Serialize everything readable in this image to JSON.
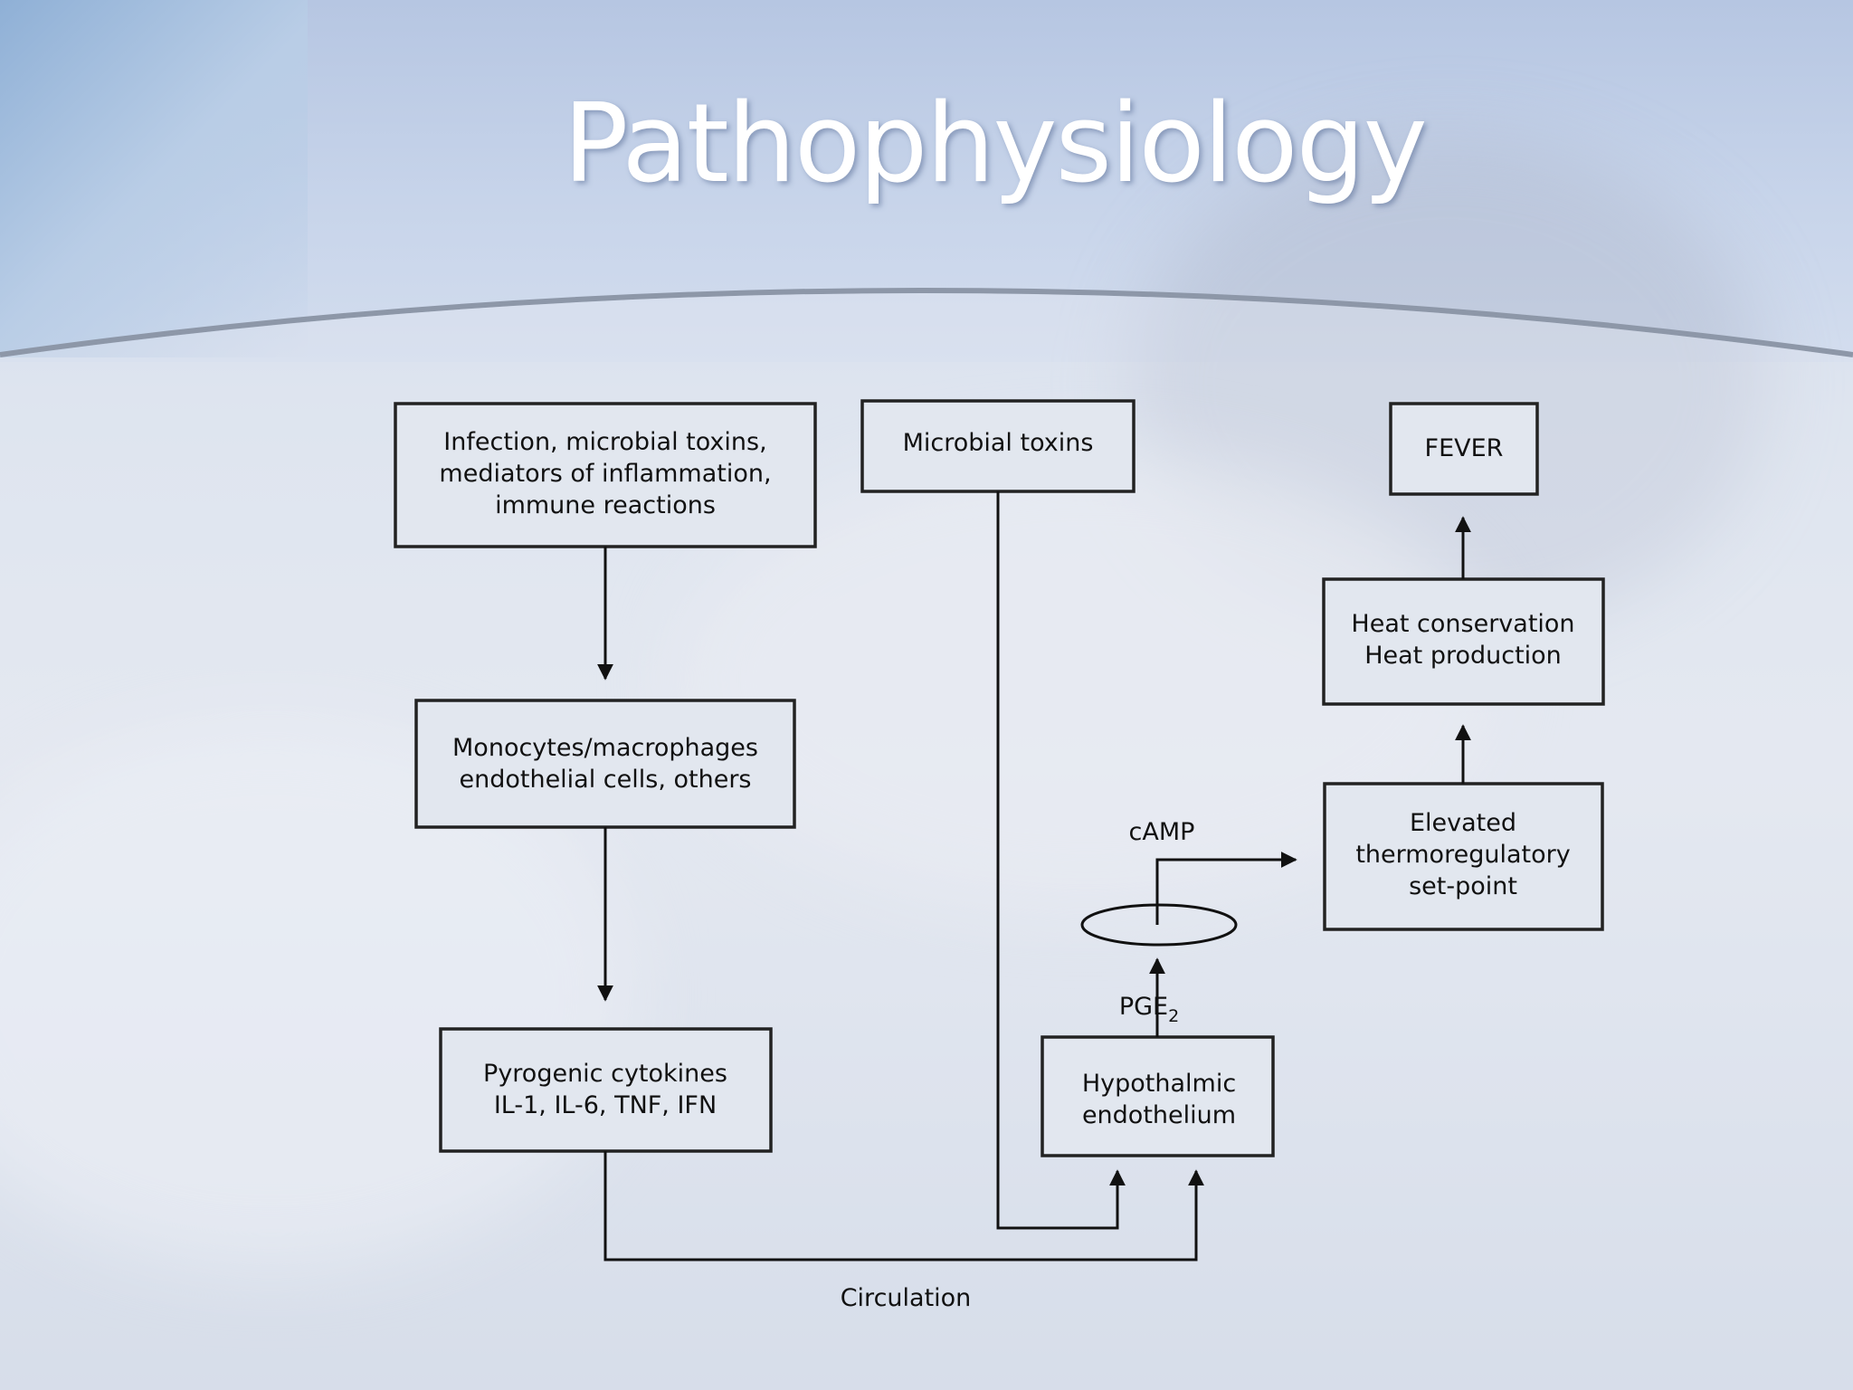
{
  "slide": {
    "title": "Pathophysiology"
  },
  "diagram": {
    "infection_box": [
      "Infection, microbial toxins,",
      "mediators of inflammation,",
      "immune reactions"
    ],
    "toxins_box": [
      "Microbial toxins"
    ],
    "fever_box": [
      "FEVER"
    ],
    "monocytes_box": [
      "Monocytes/macrophages",
      "endothelial cells, others"
    ],
    "heat_box": [
      "Heat conservation",
      "Heat production"
    ],
    "setpoint_box": [
      "Elevated",
      "thermoregulatory",
      "set-point"
    ],
    "cytokines_box": [
      "Pyrogenic cytokines",
      "IL-1, IL-6, TNF, IFN"
    ],
    "hypothalamic_box": [
      "Hypothalmic",
      "endothelium"
    ],
    "camp_label": "cAMP",
    "pge_label": "PGE",
    "pge_subscript": "2",
    "circulation_label": "Circulation"
  }
}
